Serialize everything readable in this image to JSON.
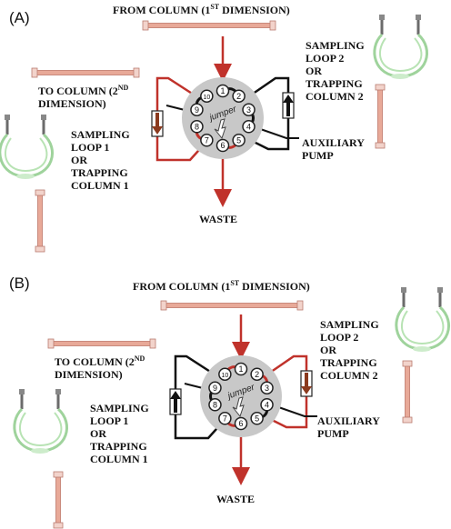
{
  "colors": {
    "flow_red": "#c0322b",
    "tube": "#e8a998",
    "rotor": "#c8c8c8",
    "line_black": "#111111"
  },
  "panels": [
    {
      "letter": "(A)",
      "from_column": "FROM COLUMN (1",
      "from_column_sup": "ST",
      "from_column_end": " DIMENSION)",
      "to_column_1": "TO COLUMN (2",
      "to_column_sup": "ND",
      "to_column_2": "DIMENSION)",
      "loop2": [
        "SAMPLING",
        "LOOP 2",
        "OR",
        "TRAPPING",
        "COLUMN 2"
      ],
      "loop1": [
        "SAMPLING",
        "LOOP 1",
        "OR",
        "TRAPPING",
        "COLUMN 1"
      ],
      "aux": [
        "AUXILIARY",
        "PUMP"
      ],
      "waste": "WASTE",
      "ports": [
        "1",
        "2",
        "3",
        "4",
        "5",
        "6",
        "7",
        "8",
        "9",
        "10"
      ],
      "rotor_label": "jumper"
    },
    {
      "letter": "(B)",
      "from_column": "FROM COLUMN (1",
      "from_column_sup": "ST",
      "from_column_end": " DIMENSION)",
      "to_column_1": "TO COLUMN (2",
      "to_column_sup": "ND",
      "to_column_2": "DIMENSION)",
      "loop2": [
        "SAMPLING",
        "LOOP 2",
        "OR",
        "TRAPPING",
        "COLUMN 2"
      ],
      "loop1": [
        "SAMPLING",
        "LOOP 1",
        "OR",
        "TRAPPING",
        "COLUMN 1"
      ],
      "aux": [
        "AUXILIARY",
        "PUMP"
      ],
      "waste": "WASTE",
      "ports": [
        "1",
        "2",
        "3",
        "4",
        "5",
        "6",
        "7",
        "8",
        "9",
        "10"
      ],
      "rotor_label": "jumper"
    }
  ]
}
